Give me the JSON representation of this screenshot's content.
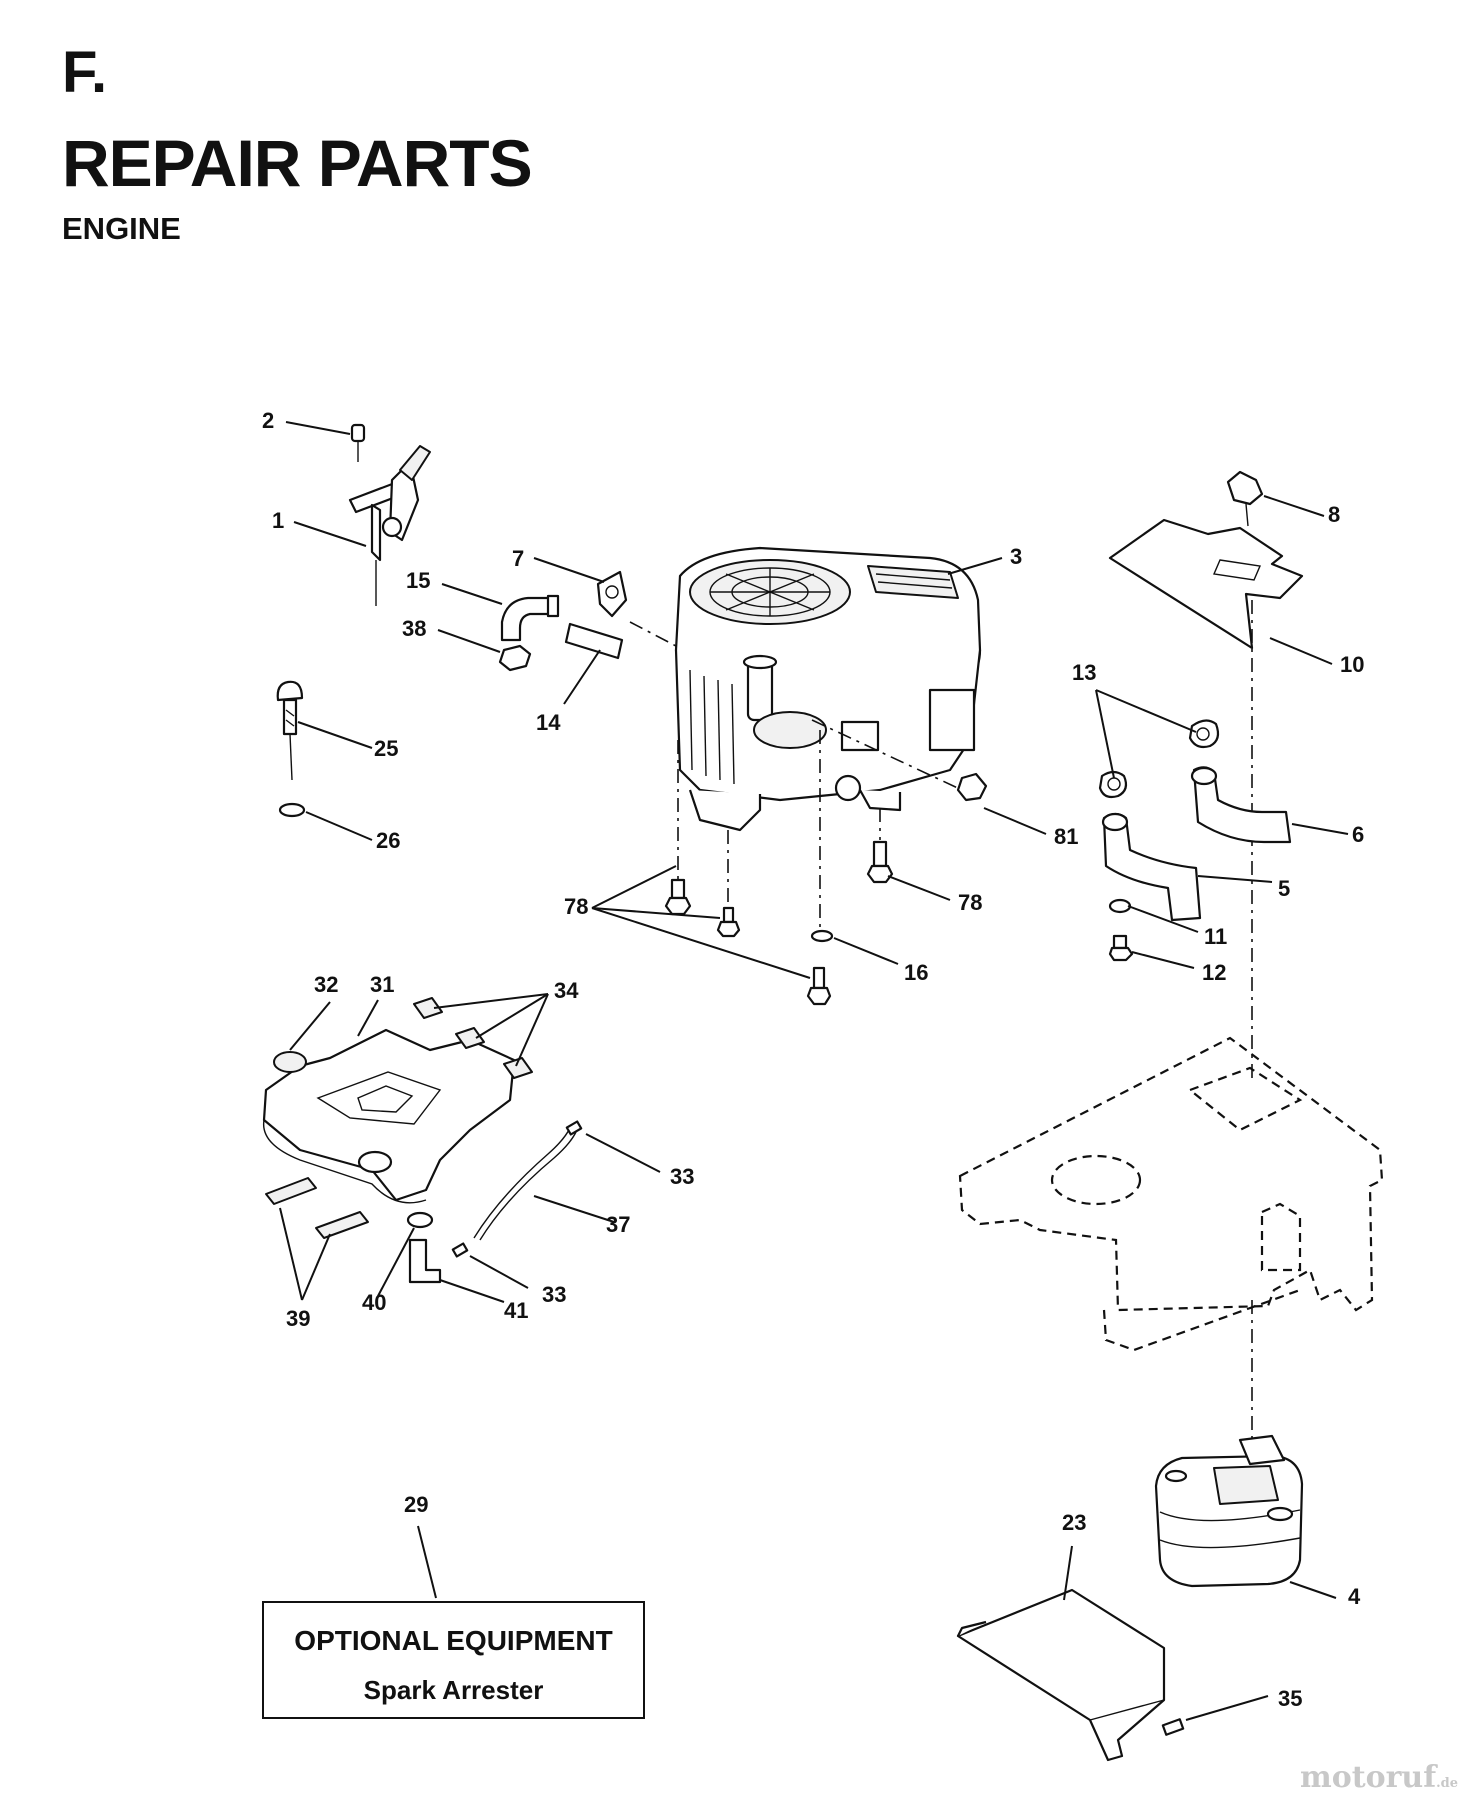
{
  "header": {
    "section_letter": "F.",
    "title": "REPAIR PARTS",
    "subtitle": "ENGINE"
  },
  "callouts": [
    {
      "part": "2",
      "label": "2"
    },
    {
      "part": "1",
      "label": "1"
    },
    {
      "part": "7",
      "label": "7"
    },
    {
      "part": "15",
      "label": "15"
    },
    {
      "part": "38",
      "label": "38"
    },
    {
      "part": "14",
      "label": "14"
    },
    {
      "part": "3",
      "label": "3"
    },
    {
      "part": "8",
      "label": "8"
    },
    {
      "part": "10",
      "label": "10"
    },
    {
      "part": "13",
      "label": "13"
    },
    {
      "part": "6",
      "label": "6"
    },
    {
      "part": "5",
      "label": "5"
    },
    {
      "part": "25",
      "label": "25"
    },
    {
      "part": "26",
      "label": "26"
    },
    {
      "part": "81",
      "label": "81"
    },
    {
      "part": "78",
      "label": "78"
    },
    {
      "part": "78",
      "label": "78"
    },
    {
      "part": "16",
      "label": "16"
    },
    {
      "part": "11",
      "label": "11"
    },
    {
      "part": "12",
      "label": "12"
    },
    {
      "part": "32",
      "label": "32"
    },
    {
      "part": "31",
      "label": "31"
    },
    {
      "part": "34",
      "label": "34"
    },
    {
      "part": "33",
      "label": "33"
    },
    {
      "part": "37",
      "label": "37"
    },
    {
      "part": "33",
      "label": "33"
    },
    {
      "part": "39",
      "label": "39"
    },
    {
      "part": "40",
      "label": "40"
    },
    {
      "part": "41",
      "label": "41"
    },
    {
      "part": "29",
      "label": "29"
    },
    {
      "part": "23",
      "label": "23"
    },
    {
      "part": "4",
      "label": "4"
    },
    {
      "part": "35",
      "label": "35"
    }
  ],
  "optional_equipment": {
    "title": "OPTIONAL EQUIPMENT",
    "item": "Spark Arrester"
  },
  "watermark": {
    "text": "motoruf",
    "suffix": ".de"
  }
}
